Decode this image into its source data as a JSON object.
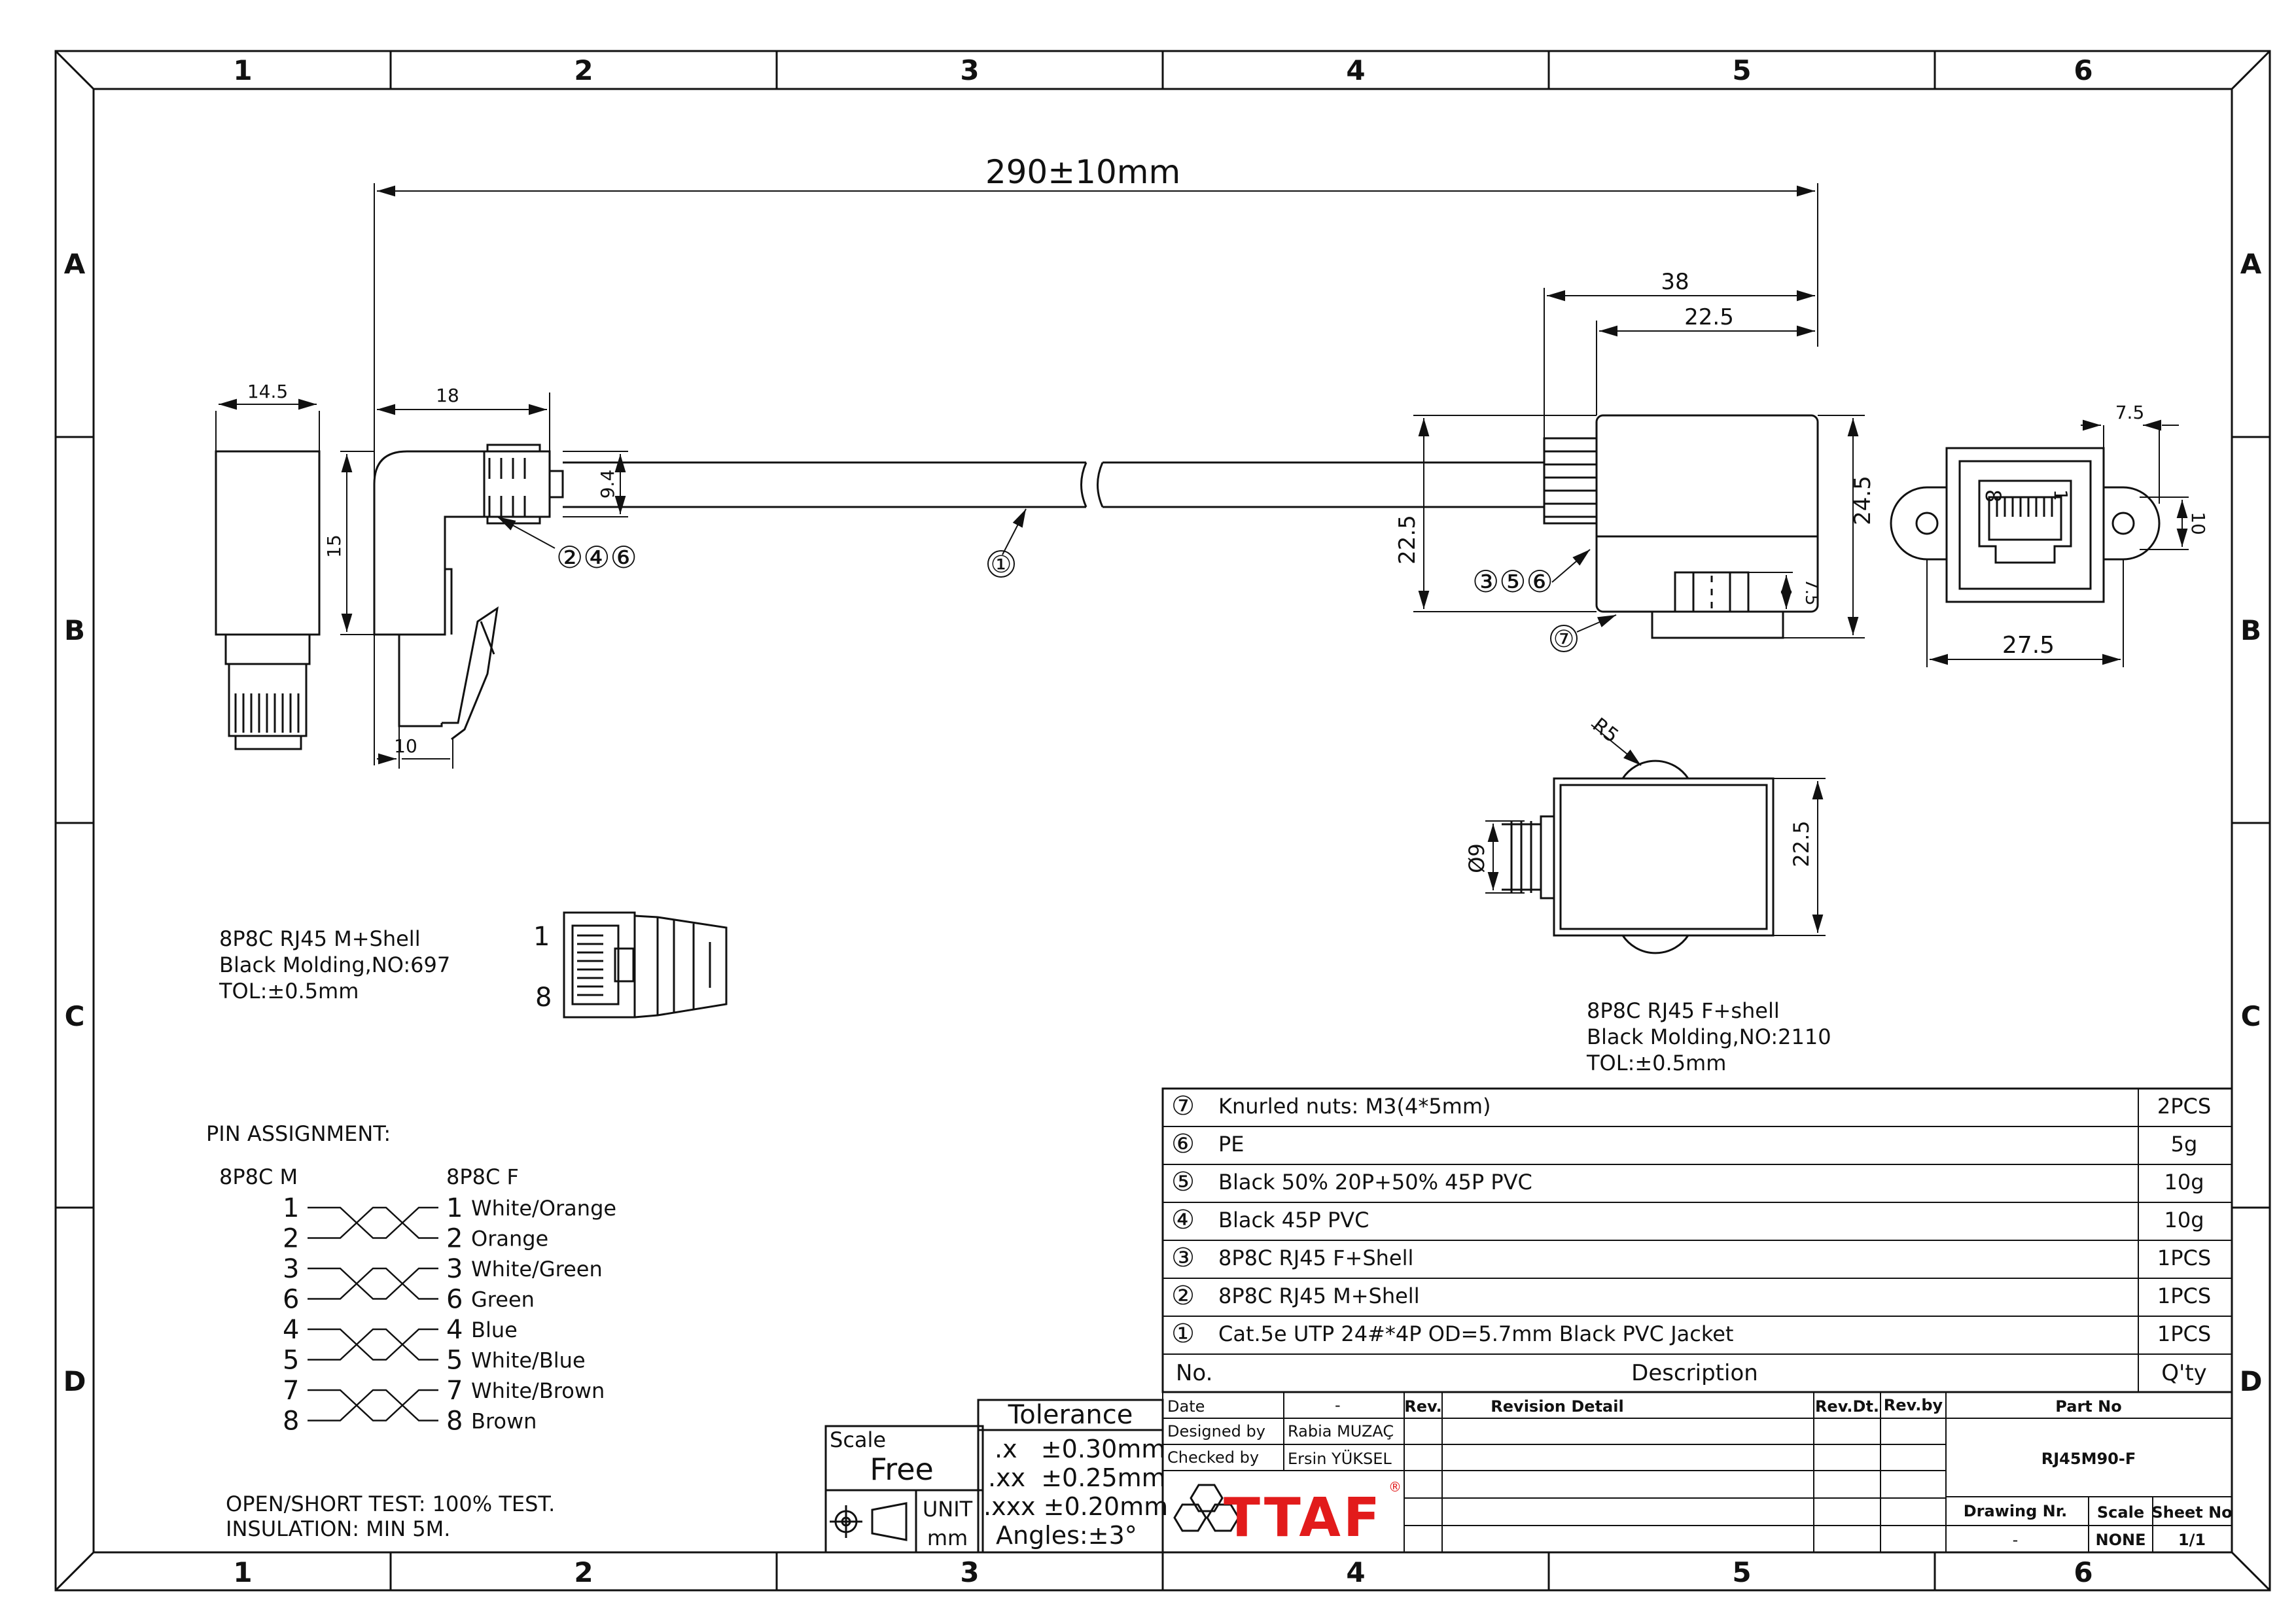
{
  "frame": {
    "columns": [
      "1",
      "2",
      "3",
      "4",
      "5",
      "6"
    ],
    "rows": [
      "A",
      "B",
      "C",
      "D"
    ]
  },
  "dimensions": {
    "overall_length": "290±10mm",
    "plug_width": "14.5",
    "plug_height": "15",
    "plug_depth": "18",
    "boot_height": "9.4",
    "latch_offset": "10",
    "jack_length": "38",
    "jack_body": "22.5",
    "jack_height_left": "22.5",
    "jack_height_right": "24.5",
    "nut_height": "7.5",
    "front_tab": "7.5",
    "front_width": "27.5",
    "front_hole": "10",
    "top_radius": "R5",
    "top_diameter": "Ø9",
    "top_width": "22.5"
  },
  "callouts": {
    "c1": "①",
    "c246": "②④⑥",
    "c356": "③⑤⑥",
    "c7": "⑦",
    "pin1": "1",
    "pin8": "8",
    "jack_pin8": "8",
    "jack_pin1": "1"
  },
  "notes": {
    "plug_lines": [
      "8P8C RJ45 M+Shell",
      "Black Molding,NO:697",
      "TOL:±0.5mm"
    ],
    "jack_lines": [
      "8P8C RJ45 F+shell",
      "Black Molding,NO:2110",
      "TOL:±0.5mm"
    ],
    "test_lines": [
      "OPEN/SHORT TEST: 100% TEST.",
      "INSULATION: MIN 5M."
    ]
  },
  "pin_assignment": {
    "title": "PIN ASSIGNMENT:",
    "left_header": "8P8C M",
    "right_header": "8P8C F",
    "rows": [
      {
        "m": "1",
        "f": "1",
        "color": "White/Orange"
      },
      {
        "m": "2",
        "f": "2",
        "color": "Orange"
      },
      {
        "m": "3",
        "f": "3",
        "color": "White/Green"
      },
      {
        "m": "6",
        "f": "6",
        "color": "Green"
      },
      {
        "m": "4",
        "f": "4",
        "color": "Blue"
      },
      {
        "m": "5",
        "f": "5",
        "color": "White/Blue"
      },
      {
        "m": "7",
        "f": "7",
        "color": "White/Brown"
      },
      {
        "m": "8",
        "f": "8",
        "color": "Brown"
      }
    ]
  },
  "bom": {
    "rows": [
      {
        "no": "⑦",
        "desc": "Knurled nuts: M3(4*5mm)",
        "qty": "2PCS"
      },
      {
        "no": "⑥",
        "desc": "PE",
        "qty": "5g"
      },
      {
        "no": "⑤",
        "desc": "Black 50% 20P+50% 45P PVC",
        "qty": "10g"
      },
      {
        "no": "④",
        "desc": "Black 45P PVC",
        "qty": "10g"
      },
      {
        "no": "③",
        "desc": "8P8C RJ45 F+Shell",
        "qty": "1PCS"
      },
      {
        "no": "②",
        "desc": "8P8C RJ45 M+Shell",
        "qty": "1PCS"
      },
      {
        "no": "①",
        "desc": "Cat.5e UTP 24#*4P   OD=5.7mm Black PVC Jacket",
        "qty": "1PCS"
      }
    ],
    "header_no": "No.",
    "header_desc": "Description",
    "header_qty": "Q'ty"
  },
  "tolerance": {
    "title": "Tolerance",
    "lines": [
      ".x   ±0.30mm",
      ".xx  ±0.25mm",
      ".xxx ±0.20mm",
      "Angles:±3°"
    ],
    "scale_label": "Scale",
    "scale_value": "Free",
    "unit_label": "UNIT",
    "unit_value": "mm"
  },
  "title_block": {
    "date_label": "Date",
    "date_value": "-",
    "rev_label": "Rev.",
    "revision_detail": "Revision Detail",
    "rev_dt": "Rev.Dt.",
    "rev_by": "Rev.by",
    "part_no_label": "Part No",
    "part_no": "RJ45M90-F",
    "designed_by_label": "Designed by",
    "designed_by": "Rabia MUZAÇ",
    "checked_by_label": "Checked by",
    "checked_by": "Ersin YÜKSEL",
    "logo_text": "TTAF",
    "logo_reg": "®",
    "drawing_nr_label": "Drawing Nr.",
    "drawing_nr": "-",
    "scale_label": "Scale",
    "scale_value": "NONE",
    "sheet_label": "Sheet No",
    "sheet_value": "1/1"
  }
}
